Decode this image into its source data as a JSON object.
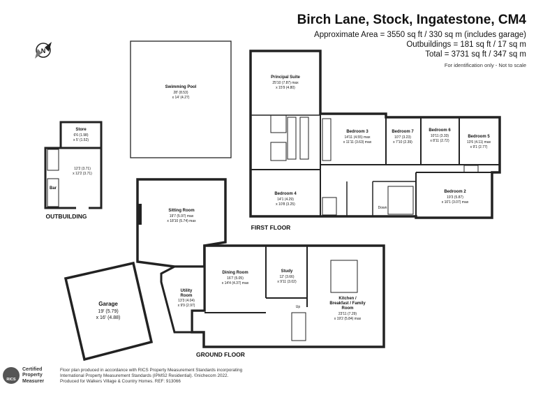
{
  "header": {
    "title": "Birch Lane, Stock, Ingatestone, CM4",
    "approx_area": "Approximate Area = 3550 sq ft / 330 sq m (includes garage)",
    "outbuildings": "Outbuildings = 181 sq ft / 17 sq m",
    "total": "Total = 3731 sq ft / 347 sq m",
    "identification": "For identification only - Not to scale"
  },
  "compass": {
    "label": "N",
    "icon": "north-arrow-icon"
  },
  "floors": {
    "first_floor": "FIRST FLOOR",
    "ground_floor": "GROUND FLOOR",
    "outbuilding": "OUTBUILDING"
  },
  "rooms": {
    "swimming_pool": {
      "name": "Swimming Pool",
      "dim1": "28' (8.53)",
      "dim2": "x 14' (4.27)"
    },
    "store": {
      "name": "Store",
      "dim1": "6'6 (1.98)",
      "dim2": "x 5' (1.52)"
    },
    "outbuilding_room": {
      "dim1": "12'2 (3.71)",
      "dim2": "x 12'2 (3.71)"
    },
    "bar": {
      "name": "Bar"
    },
    "principal_suite": {
      "name": "Principal Suite",
      "dim1": "25'10 (7.87) max",
      "dim2": "x 15'9 (4.80)"
    },
    "bedroom3": {
      "name": "Bedroom 3",
      "dim1": "14'11 (4.55) max",
      "dim2": "x 11'11 (3.63) max"
    },
    "bedroom7": {
      "name": "Bedroom 7",
      "dim1": "10'7 (3.23)",
      "dim2": "x 7'10 (2.39)"
    },
    "bedroom6": {
      "name": "Bedroom 6",
      "dim1": "10'11 (3.33)",
      "dim2": "x 8'11 (2.72)"
    },
    "bedroom5": {
      "name": "Bedroom 5",
      "dim1": "13'6 (4.11) max",
      "dim2": "x 9'1 (2.77)"
    },
    "bedroom4": {
      "name": "Bedroom 4",
      "dim1": "14'1 (4.29)",
      "dim2": "x 10'8 (3.25)"
    },
    "bedroom2": {
      "name": "Bedroom 2",
      "dim1": "19'3 (5.87)",
      "dim2": "x 10'1 (3.07) max"
    },
    "sitting_room": {
      "name": "Sitting Room",
      "dim1": "19'7 (5.97) max",
      "dim2": "x 18'10 (5.74) max"
    },
    "dining_room": {
      "name": "Dining Room",
      "dim1": "16'7 (5.05)",
      "dim2": "x 14'4 (4.37) max"
    },
    "study": {
      "name": "Study",
      "dim1": "12' (3.66)",
      "dim2": "x 9'11 (3.02)"
    },
    "kitchen": {
      "name1": "Kitchen /",
      "name2": "Breakfast / Family",
      "name3": "Room",
      "dim1": "23'11 (7.29)",
      "dim2": "x 19'2 (5.84) max"
    },
    "utility": {
      "name1": "Utility",
      "name2": "Room",
      "dim1": "13'3 (4.04)",
      "dim2": "x 9'9 (2.97)"
    },
    "garage": {
      "name": "Garage",
      "dim1": "19' (5.79)",
      "dim2": "x 16' (4.88)"
    }
  },
  "labels": {
    "down": "Down",
    "up": "Up"
  },
  "footer": {
    "line1": "Floor plan produced in accordance with RICS Property Measurement Standards incorporating",
    "line2": "International Property Measurement Standards (IPMS2 Residential). ©nichecom 2022.",
    "line3": "Produced for Walkers Village & Country Homes.  REF: 913066",
    "cert1": "Certified",
    "cert2": "Property",
    "cert3": "Measurer",
    "rics": "RICS"
  }
}
